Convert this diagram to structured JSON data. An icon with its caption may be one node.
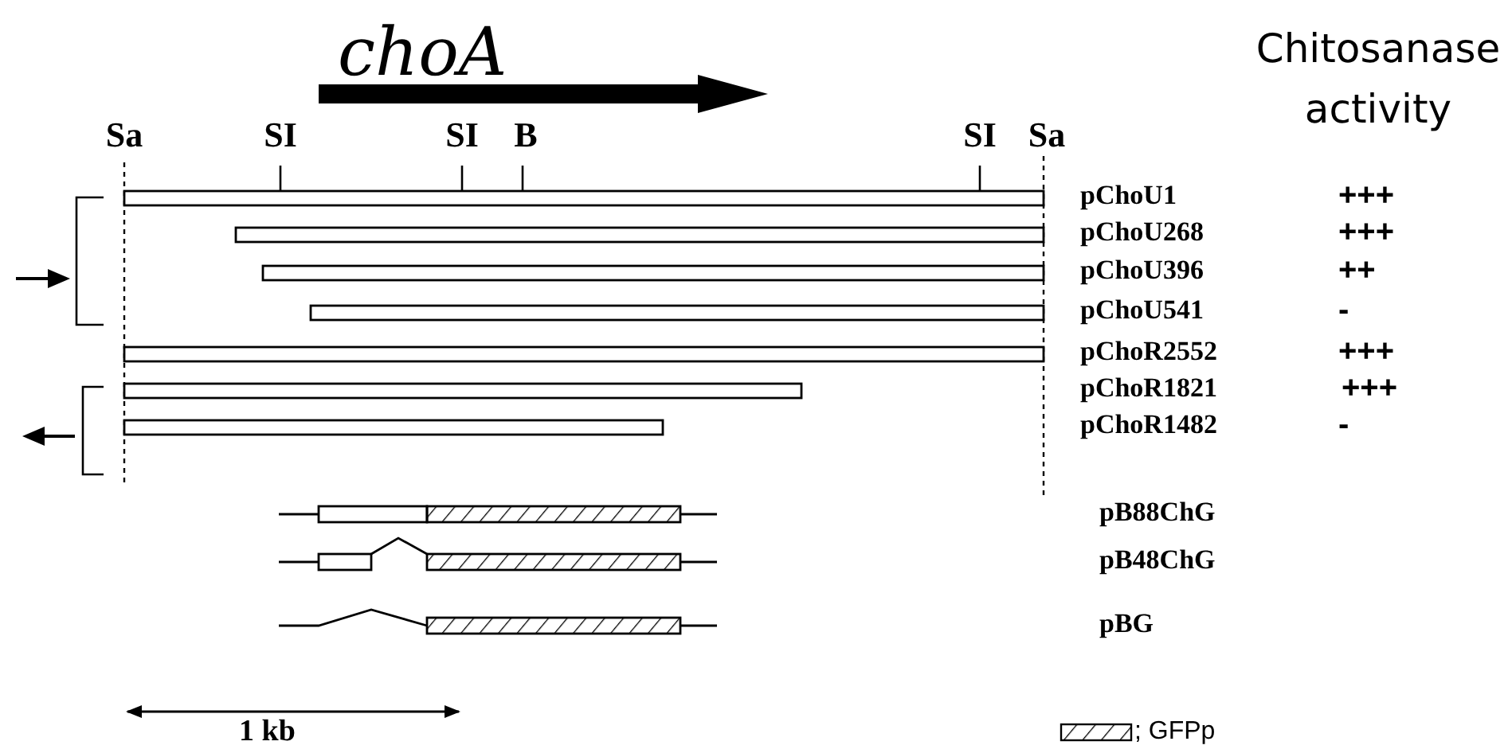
{
  "diagram": {
    "labels": [
      "choA",
      "Chitosanase activity",
      "Sa",
      "SI",
      "SI",
      "B",
      "SI",
      "Sa",
      "pChoU1",
      "+++",
      "pChoU268",
      "+++",
      "pChoU396",
      "++",
      "pChoU541",
      "-",
      "pChoR2552",
      "+++",
      "pChoR1821",
      "+++",
      "pChoR1482",
      "-",
      "pB88ChG",
      "pB48ChG",
      "pBG",
      "1 kb"
    ],
    "legend": [
      {
        "text": "; GFPp"
      }
    ]
  }
}
